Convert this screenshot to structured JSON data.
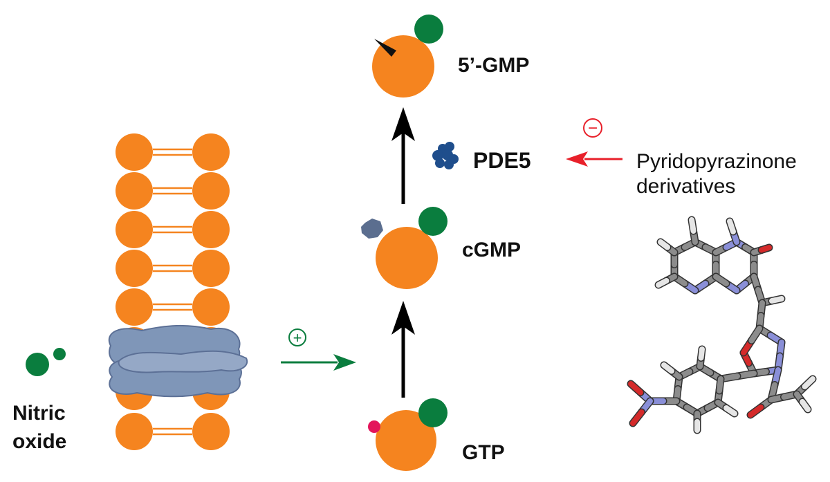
{
  "labels": {
    "gmp5": "5’-GMP",
    "pde5": "PDE5",
    "cgmp": "cGMP",
    "gtp": "GTP",
    "nitric_oxide_line1": "Nitric",
    "nitric_oxide_line2": "oxide",
    "inhibitor_line1": "Pyridopyrazinone",
    "inhibitor_line2": "derivatives"
  },
  "signs": {
    "activation": "+",
    "inhibition": "−"
  },
  "colors": {
    "orange": "#F5841F",
    "green": "#0A7D3E",
    "red_arrow": "#E8202A",
    "navy": "#1F4E8C",
    "slate": "#5B6E8F",
    "pink": "#E3155B",
    "membrane_protein": "#7F96B8"
  }
}
